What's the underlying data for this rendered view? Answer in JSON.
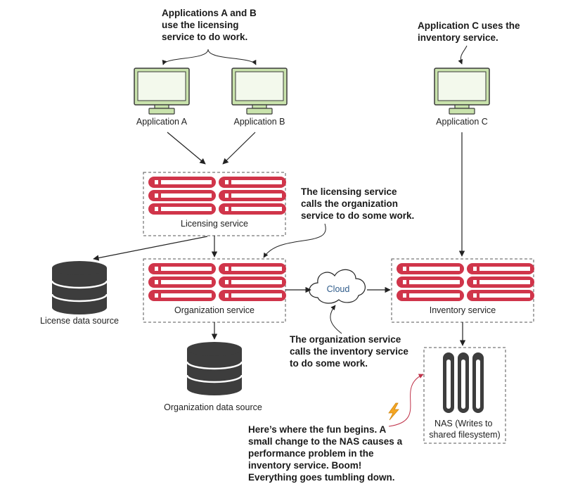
{
  "nodes": {
    "application_a": {
      "label": "Application A"
    },
    "application_b": {
      "label": "Application B"
    },
    "application_c": {
      "label": "Application C"
    },
    "licensing_service": {
      "label": "Licensing service"
    },
    "organization_service": {
      "label": "Organization service"
    },
    "inventory_service": {
      "label": "Inventory service"
    },
    "license_data_source": {
      "label": "License data source"
    },
    "organization_data_source": {
      "label": "Organization data source"
    },
    "cloud": {
      "label": "Cloud"
    },
    "nas": {
      "label_lines": [
        "NAS (Writes to",
        "shared filesystem)"
      ]
    }
  },
  "annotations": {
    "apps_ab": [
      "Applications A and B",
      "use the licensing",
      "service to do work."
    ],
    "app_c": [
      "Application C uses the",
      "inventory service."
    ],
    "licensing_calls": [
      "The licensing service",
      "calls the organization",
      "service to do some work."
    ],
    "org_calls": [
      "The organization service",
      "calls the inventory service",
      "to do some work."
    ],
    "fun_begins": [
      "Here’s where the fun begins. A",
      "small change to the NAS causes a",
      "performance problem in the",
      "inventory service. Boom!",
      "Everything goes tumbling down."
    ]
  },
  "colors": {
    "monitor_body": "#c9e3ac",
    "monitor_screen": "#f3f9ec",
    "server_red": "#d0354a",
    "database_dark": "#3d3d3d",
    "cloud_label": "#2e5b8a",
    "lightning": "#f5a623",
    "pointer_red": "#c0334a"
  },
  "icons": {
    "monitor": "monitor-icon",
    "server": "server-rack-icon",
    "database": "database-icon",
    "cloud": "cloud-icon",
    "nas": "nas-storage-icon",
    "lightning": "lightning-icon"
  }
}
